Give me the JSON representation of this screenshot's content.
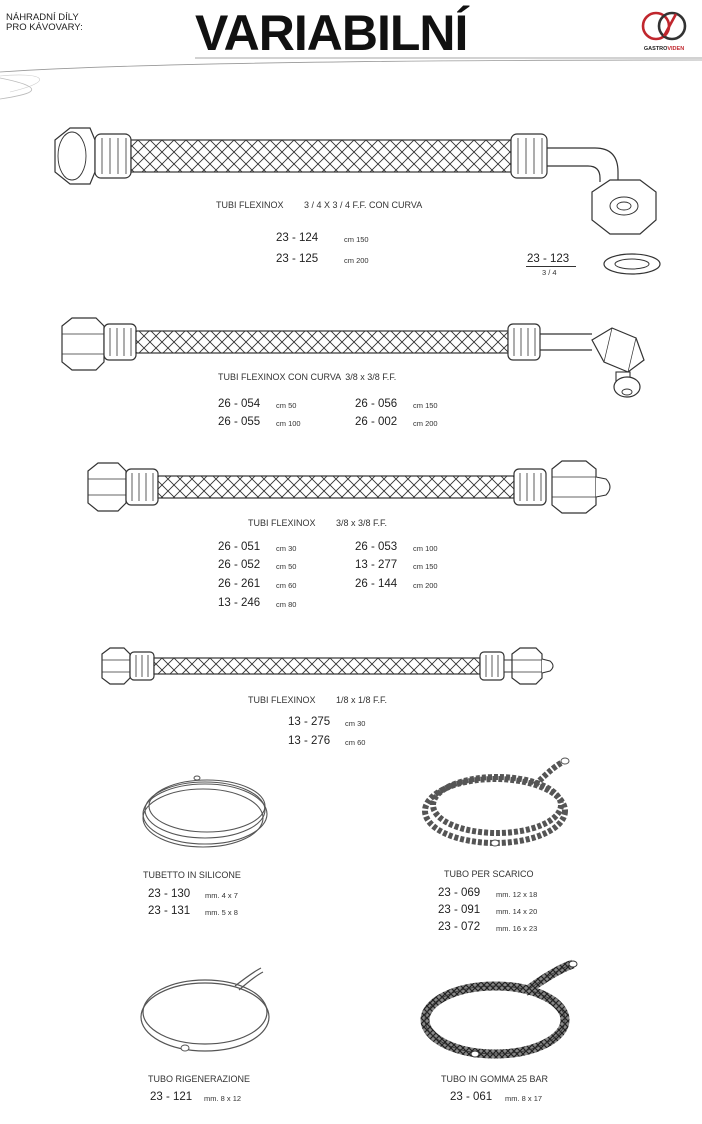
{
  "header": {
    "subtitle_line1": "NÁHRADNÍ DÍLY",
    "subtitle_line2": "PRO KÁVOVARY:",
    "title": "VARIABILNÍ",
    "logo": {
      "icon": "gastroviden-logo-icon",
      "text_a": "GASTRO",
      "text_b": "VIDEN",
      "brand_color": "#c0262d"
    }
  },
  "hose1": {
    "caption_name": "TUBI FLEXINOX",
    "caption_size": "3 / 4 X  3 / 4 F.F.  CON CURVA",
    "items": [
      {
        "code": "23 - 124",
        "len": "cm  150"
      },
      {
        "code": "23 - 125",
        "len": "cm  200"
      }
    ],
    "gasket": {
      "code": "23 - 123",
      "size": "3 / 4"
    }
  },
  "hose2": {
    "caption_name": "TUBI FLEXINOX CON CURVA",
    "caption_size": "3/8 x 3/8 F.F.",
    "items_left": [
      {
        "code": "26 - 054",
        "len": "cm  50"
      },
      {
        "code": "26 - 055",
        "len": "cm 100"
      }
    ],
    "items_right": [
      {
        "code": "26 - 056",
        "len": "cm 150"
      },
      {
        "code": "26 - 002",
        "len": "cm 200"
      }
    ]
  },
  "hose3": {
    "caption_name": "TUBI FLEXINOX",
    "caption_size": "3/8 x 3/8 F.F.",
    "items_left": [
      {
        "code": "26 - 051",
        "len": "cm  30"
      },
      {
        "code": "26 - 052",
        "len": "cm  50"
      },
      {
        "code": "26 - 261",
        "len": "cm  60"
      },
      {
        "code": "13 - 246",
        "len": "cm  80"
      }
    ],
    "items_right": [
      {
        "code": "26 - 053",
        "len": "cm 100"
      },
      {
        "code": "13 - 277",
        "len": "cm 150"
      },
      {
        "code": "26 - 144",
        "len": "cm 200"
      }
    ]
  },
  "hose4": {
    "caption_name": "TUBI FLEXINOX",
    "caption_size": "1/8 x 1/8 F.F.",
    "items": [
      {
        "code": "13 - 275",
        "len": "cm  30"
      },
      {
        "code": "13 - 276",
        "len": "cm  60"
      }
    ]
  },
  "silicone": {
    "caption": "TUBETTO IN SILICONE",
    "items": [
      {
        "code": "23 - 130",
        "len": "mm. 4 x 7"
      },
      {
        "code": "23 - 131",
        "len": "mm. 5 x 8"
      }
    ]
  },
  "drain": {
    "caption": "TUBO PER SCARICO",
    "items": [
      {
        "code": "23 - 069",
        "len": "mm. 12 x 18"
      },
      {
        "code": "23 - 091",
        "len": "mm. 14 x 20"
      },
      {
        "code": "23 - 072",
        "len": "mm. 16 x 23"
      }
    ]
  },
  "regen": {
    "caption": "TUBO RIGENERAZIONE",
    "items": [
      {
        "code": "23 - 121",
        "len": "mm. 8 x 12"
      }
    ]
  },
  "rubber": {
    "caption": "TUBO IN GOMMA 25 BAR",
    "items": [
      {
        "code": "23 - 061",
        "len": "mm. 8 x 17"
      }
    ]
  }
}
